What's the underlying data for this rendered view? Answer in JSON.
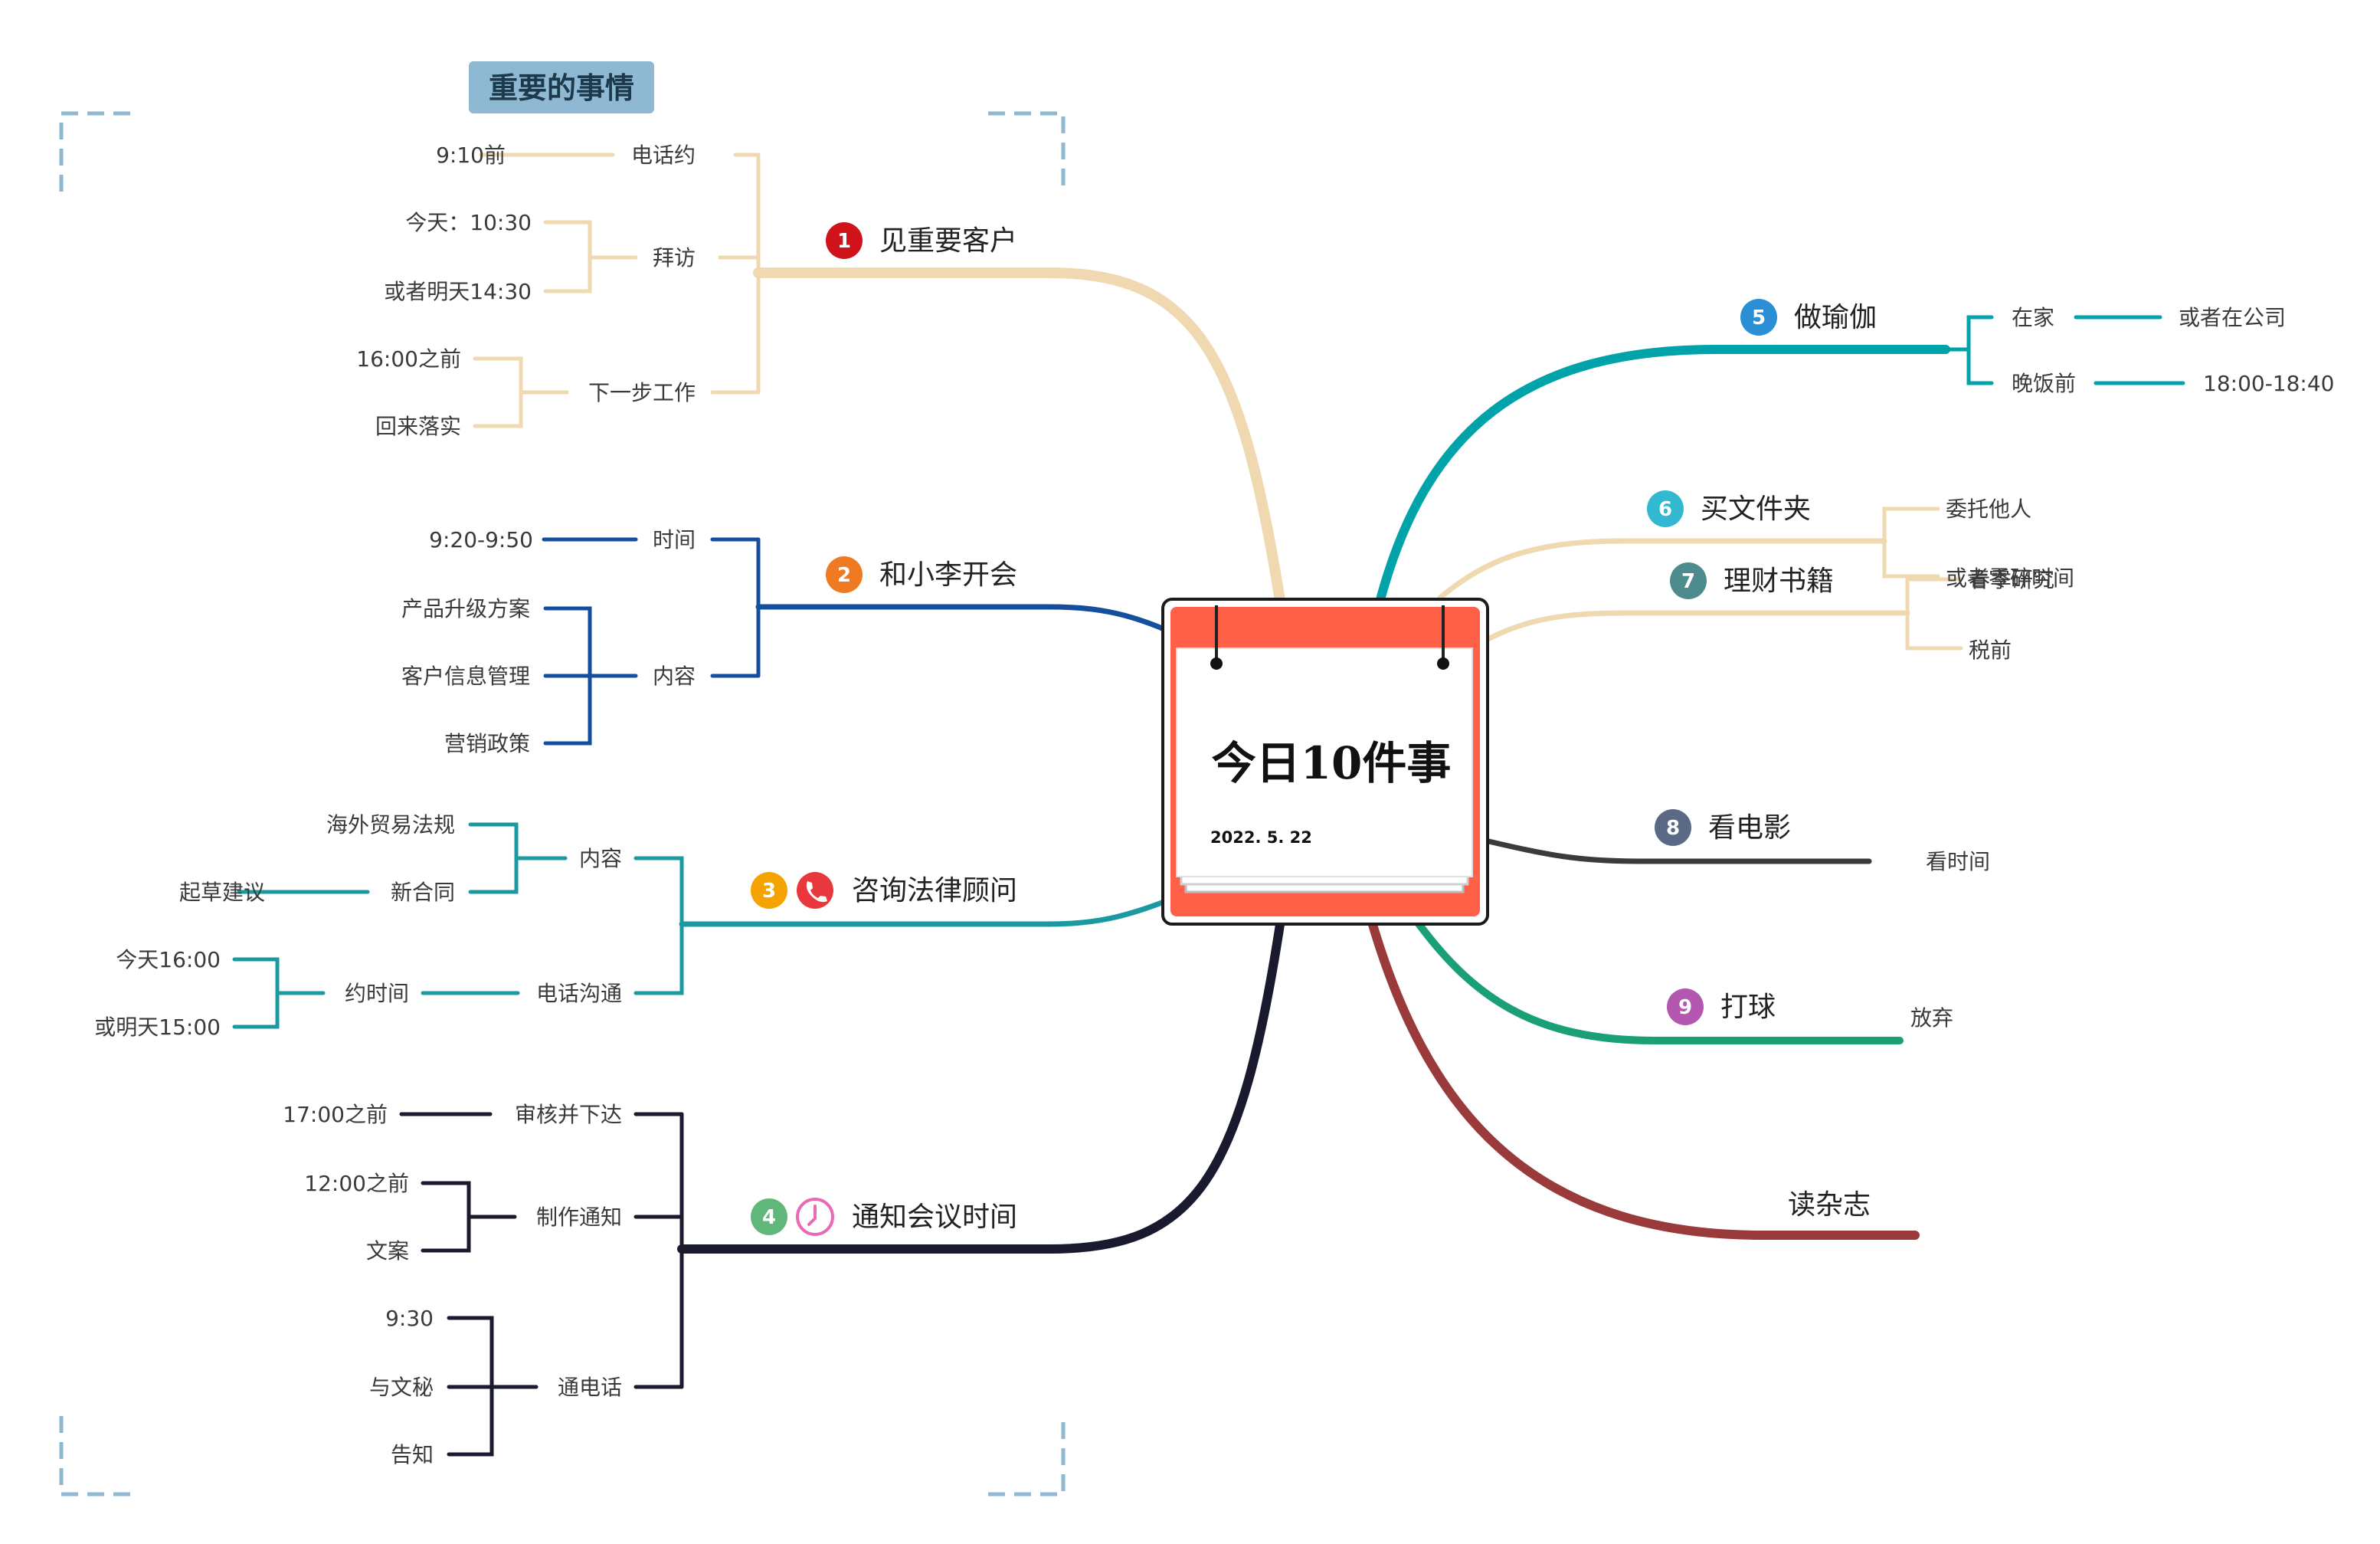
{
  "colors": {
    "beige": "#f0d9b0",
    "navy": "#134f9e",
    "teal": "#1a9aa0",
    "black": "#1a1a2e",
    "cyan": "#00a3a9",
    "gray": "#3b3b3b",
    "green": "#1a9f76",
    "brown": "#9a3a3a",
    "center_red": "#ff6047",
    "frame": "#8fb9d2"
  },
  "header": {
    "title": "重要的事情"
  },
  "center": {
    "title": "今日10件事",
    "date": "2022. 5. 22"
  },
  "branches": {
    "b1": {
      "number": "1",
      "label": "见重要客户",
      "children": [
        {
          "label": "电话约",
          "children": [
            "9:10前"
          ]
        },
        {
          "label": "拜访",
          "children": [
            "今天：10:30",
            "或者明天14:30"
          ]
        },
        {
          "label": "下一步工作",
          "children": [
            "16:00之前",
            "回来落实"
          ]
        }
      ]
    },
    "b2": {
      "number": "2",
      "label": "和小李开会",
      "children": [
        {
          "label": "时间",
          "children": [
            "9:20-9:50"
          ]
        },
        {
          "label": "内容",
          "children": [
            "产品升级方案",
            "客户信息管理",
            "营销政策"
          ]
        }
      ]
    },
    "b3": {
      "number": "3",
      "label": "咨询法律顾问",
      "children": [
        {
          "label": "内容",
          "children": [
            "海外贸易法规",
            "新合同"
          ],
          "grandchild": "起草建议"
        },
        {
          "label": "电话沟通",
          "children": [
            "约时间"
          ],
          "grandchildren": [
            "今天16:00",
            "或明天15:00"
          ]
        }
      ]
    },
    "b4": {
      "number": "4",
      "label": "通知会议时间",
      "children": [
        {
          "label": "审核并下达",
          "children": [
            "17:00之前"
          ]
        },
        {
          "label": "制作通知",
          "children": [
            "12:00之前",
            "文案"
          ]
        },
        {
          "label": "通电话",
          "children": [
            "9:30",
            "与文秘",
            "告知"
          ]
        }
      ]
    },
    "b5": {
      "number": "5",
      "label": "做瑜伽",
      "children": [
        {
          "label": "在家",
          "children": [
            "或者在公司"
          ]
        },
        {
          "label": "晚饭前",
          "children": [
            "18:00-18:40"
          ]
        }
      ]
    },
    "b6": {
      "number": "6",
      "label": "买文件夹",
      "children": [
        "委托他人",
        "或者零碎时间"
      ]
    },
    "b7": {
      "number": "7",
      "label": "理财书籍",
      "children": [
        "春季研究",
        "税前"
      ]
    },
    "b8": {
      "number": "8",
      "label": "看电影",
      "children": [
        "看时间"
      ]
    },
    "b9": {
      "number": "9",
      "label": "打球",
      "children": [
        "放弃"
      ]
    },
    "b10": {
      "label": "读杂志"
    }
  }
}
